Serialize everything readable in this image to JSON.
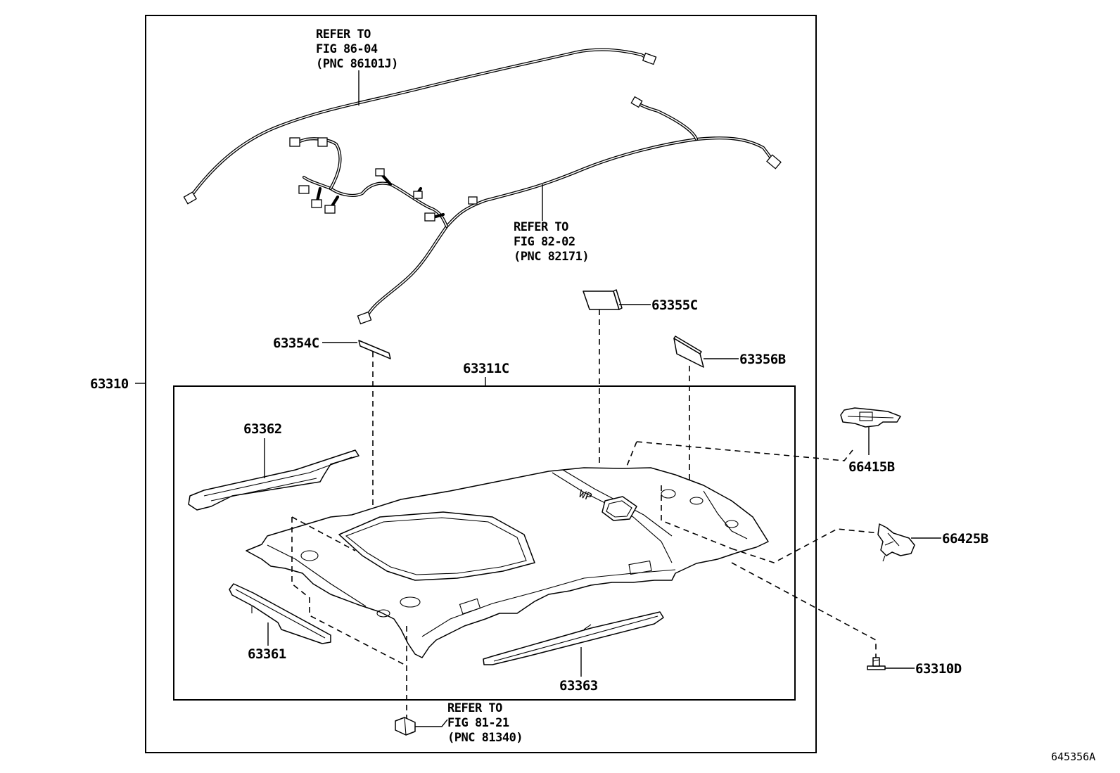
{
  "diagram_id": "645356A",
  "parts": {
    "p63310": "63310",
    "p63311c": "63311C",
    "p63354c": "63354C",
    "p63355c": "63355C",
    "p63356b": "63356B",
    "p63362": "63362",
    "p63361": "63361",
    "p63363": "63363",
    "p66415b": "66415B",
    "p66425b": "66425B",
    "p63310d": "63310D"
  },
  "references": {
    "ref_86_04": {
      "line1": "REFER TO",
      "line2": "FIG 86-04",
      "line3": "(PNC 86101J)"
    },
    "ref_82_02": {
      "line1": "REFER TO",
      "line2": "FIG 82-02",
      "line3": "(PNC 82171)"
    },
    "ref_81_21": {
      "line1": "REFER TO",
      "line2": "FIG 81-21",
      "line3": "(PNC 81340)"
    }
  }
}
